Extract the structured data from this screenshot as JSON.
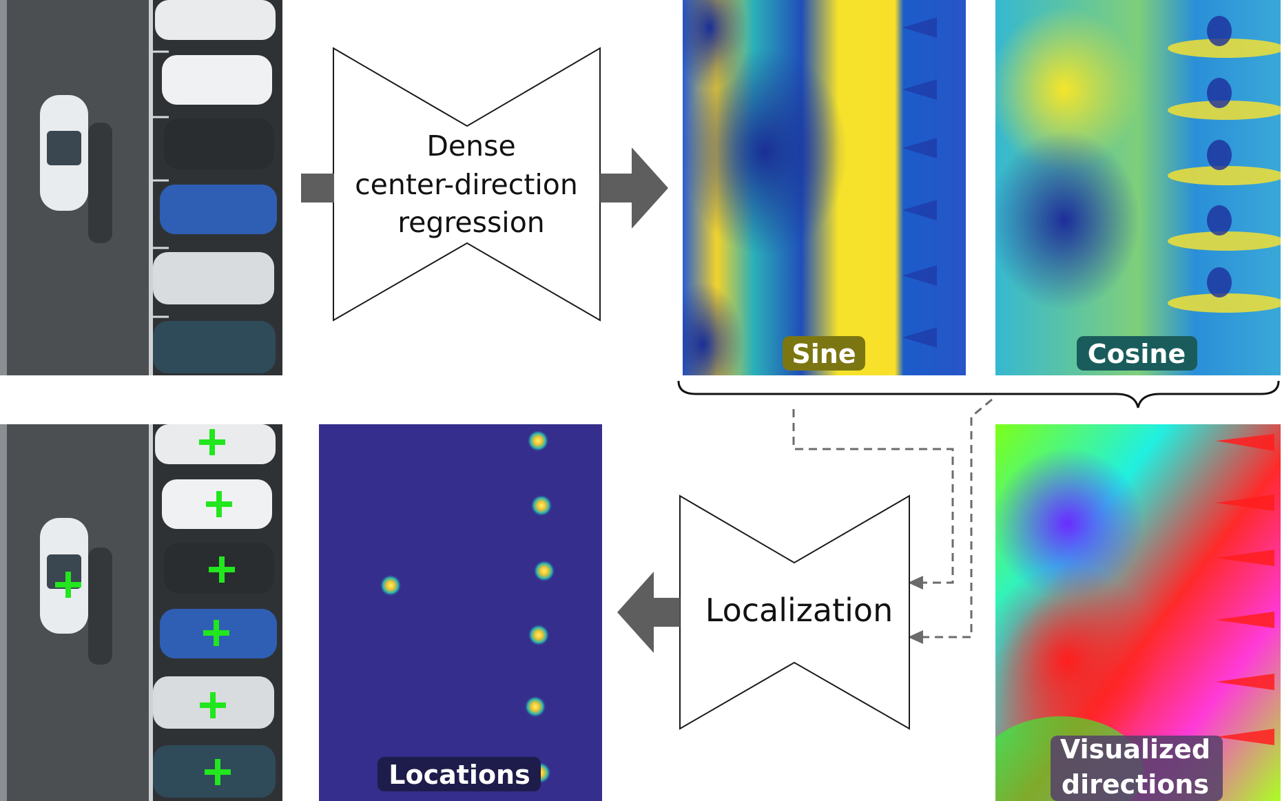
{
  "block_top": {
    "lines": [
      "Dense",
      "center-direction",
      "regression"
    ]
  },
  "block_bottom": {
    "label": "Localization"
  },
  "badges": {
    "sine": "Sine",
    "cosine": "Cosine",
    "locations": "Locations",
    "visualized_line1": "Visualized",
    "visualized_line2": "directions"
  },
  "colors": {
    "arrow": "#5e5e5e",
    "dashed": "#6b6b6b",
    "heatmap_bg": "#352e8c",
    "detection_mark": "#22e61e",
    "sine_badge": "#7c7612",
    "cosine_badge": "#1a5c5c",
    "locations_badge": "#1e1c4a"
  },
  "icons": {
    "mark": "green-crosshair"
  }
}
